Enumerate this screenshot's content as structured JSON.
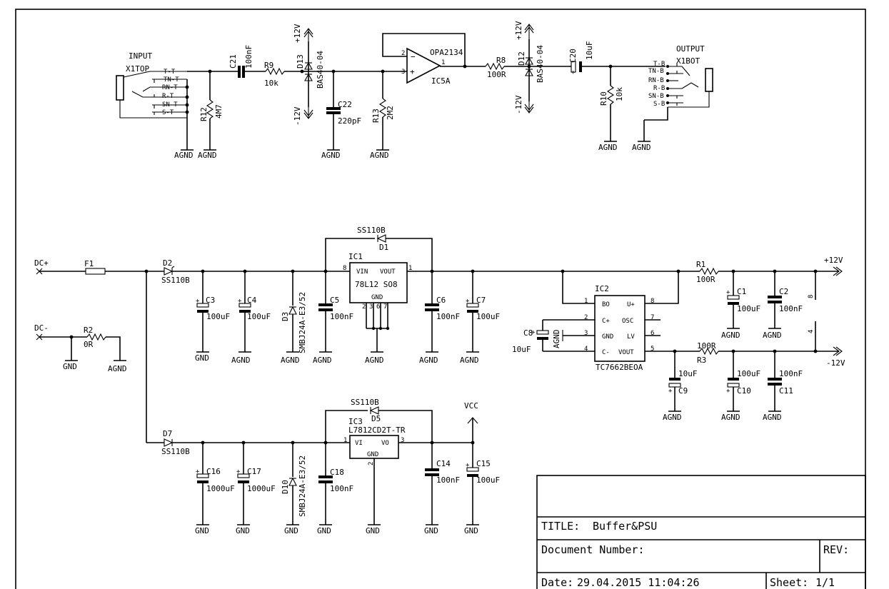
{
  "title_block": {
    "title_label": "TITLE:",
    "title": "Buffer&PSU",
    "docnum_label": "Document Number:",
    "rev_label": "REV:",
    "date_label": "Date:",
    "date": "29.04.2015 11:04:26",
    "sheet_label": "Sheet:",
    "sheet": "1/1"
  },
  "labels": {
    "input": "INPUT",
    "x1top": "X1TOP",
    "pin_tt": "T-T",
    "pin_tnt": "TN-T",
    "pin_rnt": "RN-T",
    "pin_rt": "R-T",
    "pin_snt": "SN-T",
    "pin_st": "S-T",
    "output": "OUTPUT",
    "x1bot": "X1BOT",
    "pin_tb": "T-B",
    "pin_tnb": "TN-B",
    "pin_rnb": "RN-B",
    "pin_rb": "R-B",
    "pin_snb": "SN-B",
    "pin_sb": "S-B",
    "c21": "C21",
    "c21_val": "100nF",
    "r9": "R9",
    "r9_val": "10k",
    "r12": "R12",
    "r12_val": "4M7",
    "d13": "D13",
    "d13_val": "BAS40-04",
    "c22": "C22",
    "c22_val": "220pF",
    "r13": "R13",
    "r13_val": "2M2",
    "opamp": "OPA2134",
    "ic5a": "IC5A",
    "r8": "R8",
    "r8_val": "100R",
    "d12": "D12",
    "d12_val": "BAS40-04",
    "c20": "C20",
    "c20_val": "10uF",
    "r10": "R10",
    "r10_val": "10k",
    "p12": "+12V",
    "m12": "-12V",
    "agnd": "AGND",
    "gnd": "GND",
    "vcc": "VCC",
    "dcp": "DC+",
    "dcm": "DC-",
    "f1": "F1",
    "r2": "R2",
    "r2_val": "0R",
    "d2": "D2",
    "d2_val": "SS110B",
    "d1": "D1",
    "d1_val": "SS110B",
    "d7": "D7",
    "d7_val": "SS110B",
    "d5": "D5",
    "d5_val": "SS110B",
    "c3": "C3",
    "c3_val": "100uF",
    "c4": "C4",
    "c4_val": "100uF",
    "d3": "D3",
    "d3_val": "SMBJ24A-E3/52",
    "d10": "D10",
    "d10_val": "SMBJ24A-E3/52",
    "c5": "C5",
    "c5_val": "100nF",
    "ic1": "IC1",
    "ic1_vin": "VIN",
    "ic1_vout": "VOUT",
    "ic1_part": "78L12 SO8",
    "ic1_gnd": "GND",
    "c6": "C6",
    "c6_val": "100nF",
    "c7": "C7",
    "c7_val": "100uF",
    "ic2": "IC2",
    "ic2_part": "TC7662BEOA",
    "ic2_bo": "BO",
    "ic2_cp": "C+",
    "ic2_gnd": "GND",
    "ic2_cm": "C-",
    "ic2_up": "U+",
    "ic2_osc": "OSC",
    "ic2_lv": "LV",
    "ic2_vout": "VOUT",
    "c8": "C8",
    "c8_val": "10uF",
    "r1": "R1",
    "r1_val": "100R",
    "r3": "R3",
    "r3_val": "100R",
    "c1": "C1",
    "c1_val": "100uF",
    "c2": "C2",
    "c2_val": "100nF",
    "c9": "C9",
    "c9_val": "10uF",
    "c10": "C10",
    "c10_val": "100uF",
    "c11": "C11",
    "c11_val": "100nF",
    "ic3": "IC3",
    "ic3_part": "L7812CD2T-TR",
    "ic3_vi": "VI",
    "ic3_vo": "VO",
    "ic3_gnd": "GND",
    "c16": "C16",
    "c16_val": "1000uF",
    "c17": "C17",
    "c17_val": "1000uF",
    "c18": "C18",
    "c18_val": "100nF",
    "c14": "C14",
    "c14_val": "100nF",
    "c15": "C15",
    "c15_val": "100uF",
    "pin1": "1",
    "pin2": "2",
    "pin3": "3",
    "pin4": "4",
    "pin5": "5",
    "pin6": "6",
    "pin7": "7",
    "pin8": "8"
  }
}
